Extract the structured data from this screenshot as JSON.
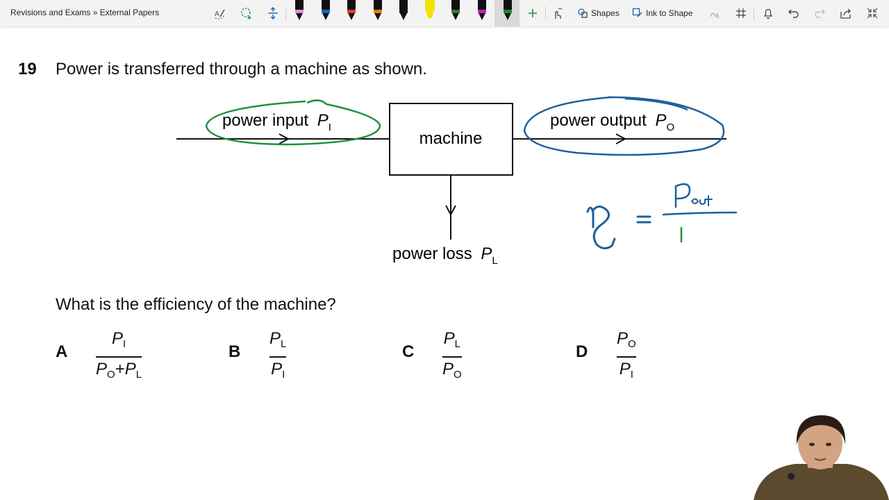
{
  "toolbar": {
    "breadcrumb": "Revisions and Exams » External Papers",
    "shapes_label": "Shapes",
    "ink_to_shape_label": "Ink to Shape",
    "pens": [
      {
        "name": "pen-black-pink",
        "color": "#111111",
        "band": "#e08ad8"
      },
      {
        "name": "pen-blue",
        "color": "#111111",
        "band": "#1565c0"
      },
      {
        "name": "pen-red",
        "color": "#111111",
        "band": "#e53935"
      },
      {
        "name": "pen-orange",
        "color": "#111111",
        "band": "#f57c00"
      },
      {
        "name": "pen-black",
        "color": "#111111",
        "band": "#111111"
      },
      {
        "name": "highlighter-yellow",
        "color": "#111111",
        "band": "#f5e000"
      },
      {
        "name": "pen-green",
        "color": "#111111",
        "band": "#2e7d32"
      },
      {
        "name": "pen-purple",
        "color": "#111111",
        "band": "#c020c0"
      },
      {
        "name": "pen-selected-green",
        "color": "#111111",
        "band": "#1b8a3a"
      }
    ]
  },
  "question": {
    "number": "19",
    "text": "Power is transferred through a machine as shown.",
    "sub": "What is the efficiency of the machine?"
  },
  "diagram": {
    "input_label": "power input",
    "input_symbol": "P",
    "input_sub": "I",
    "box_label": "machine",
    "output_label": "power output",
    "output_symbol": "P",
    "output_sub": "O",
    "loss_label": "power loss",
    "loss_symbol": "P",
    "loss_sub": "L"
  },
  "annotations": {
    "green_ink": "#1e8f3e",
    "blue_ink": "#1f5f9a",
    "eta_text": "η =",
    "fraction_num": "Pout",
    "fraction_den": "I"
  },
  "options": [
    {
      "letter": "A",
      "num": "P",
      "num_sub": "I",
      "den_a": "P",
      "den_a_sub": "O",
      "plus": "+",
      "den_b": "P",
      "den_b_sub": "L"
    },
    {
      "letter": "B",
      "num": "P",
      "num_sub": "L",
      "den": "P",
      "den_sub": "I"
    },
    {
      "letter": "C",
      "num": "P",
      "num_sub": "L",
      "den": "P",
      "den_sub": "O"
    },
    {
      "letter": "D",
      "num": "P",
      "num_sub": "O",
      "den": "P",
      "den_sub": "I"
    }
  ]
}
